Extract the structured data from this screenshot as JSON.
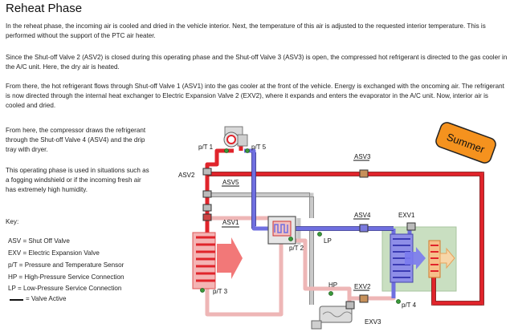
{
  "title": "Reheat Phase",
  "paragraphs": [
    "In the reheat phase, the incoming air is cooled and dried in the vehicle interior.  Next, the temperature of this air is adjusted to the requested interior temperature.  This is performed without the support of the PTC air heater.",
    "Since the Shut-off Valve 2 (ASV2) is closed during this operating phase and the Shut-off Valve 3 (ASV3) is open, the compressed hot refrigerant is directed to the gas cooler in the A/C unit.  Here, the dry air is heated.",
    "From there, the hot refrigerant flows through Shut-off Valve 1 (ASV1) into the gas cooler at the front of the vehicle.  Energy is exchanged with the oncoming air.  The refrigerant is now directed through the internal heat exchanger to Electric Expansion Valve 2 (EXV2), where it expands and enters the evaporator in the A/C unit.  Now, interior air is cooled and dried."
  ],
  "side_text": [
    "From here, the compressor draws the refrigerant through the Shut-off Valve 4 (ASV4) and the drip tray with dryer.",
    "This operating phase is used in situations such as a fogging windshield or if the incoming fresh air has extremely high humidity."
  ],
  "key": {
    "title": "Key:",
    "items": [
      "ASV = Shut Off Valve",
      "EXV = Electric Expansion Valve",
      "p/T = Pressure and Temperature Sensor",
      "HP  = High-Pressure Service Connection",
      "LP  = Low-Pressure Service Connection",
      "= Valve Active"
    ]
  },
  "diagram": {
    "badge": "Summer",
    "labels": {
      "pt1": "p/T 1",
      "pt5": "p/T 5",
      "asv2": "ASV2",
      "asv5": "ASV5",
      "asv1": "ASV1",
      "asv3": "ASV3",
      "asv4": "ASV4",
      "exv1": "EXV1",
      "pt2": "p/T 2",
      "lp": "LP",
      "pt3": "p/T 3",
      "hp": "HP",
      "exv2": "EXV2",
      "pt4": "p/T 4",
      "exv3": "EXV3"
    },
    "colors": {
      "hot": "#e0242b",
      "warm": "#eeb6b6",
      "cold": "#6f6fe0",
      "inactive": "#c9c9c9",
      "badge_fill": "#f5921e",
      "evap_box": "#c9dfc1"
    }
  }
}
